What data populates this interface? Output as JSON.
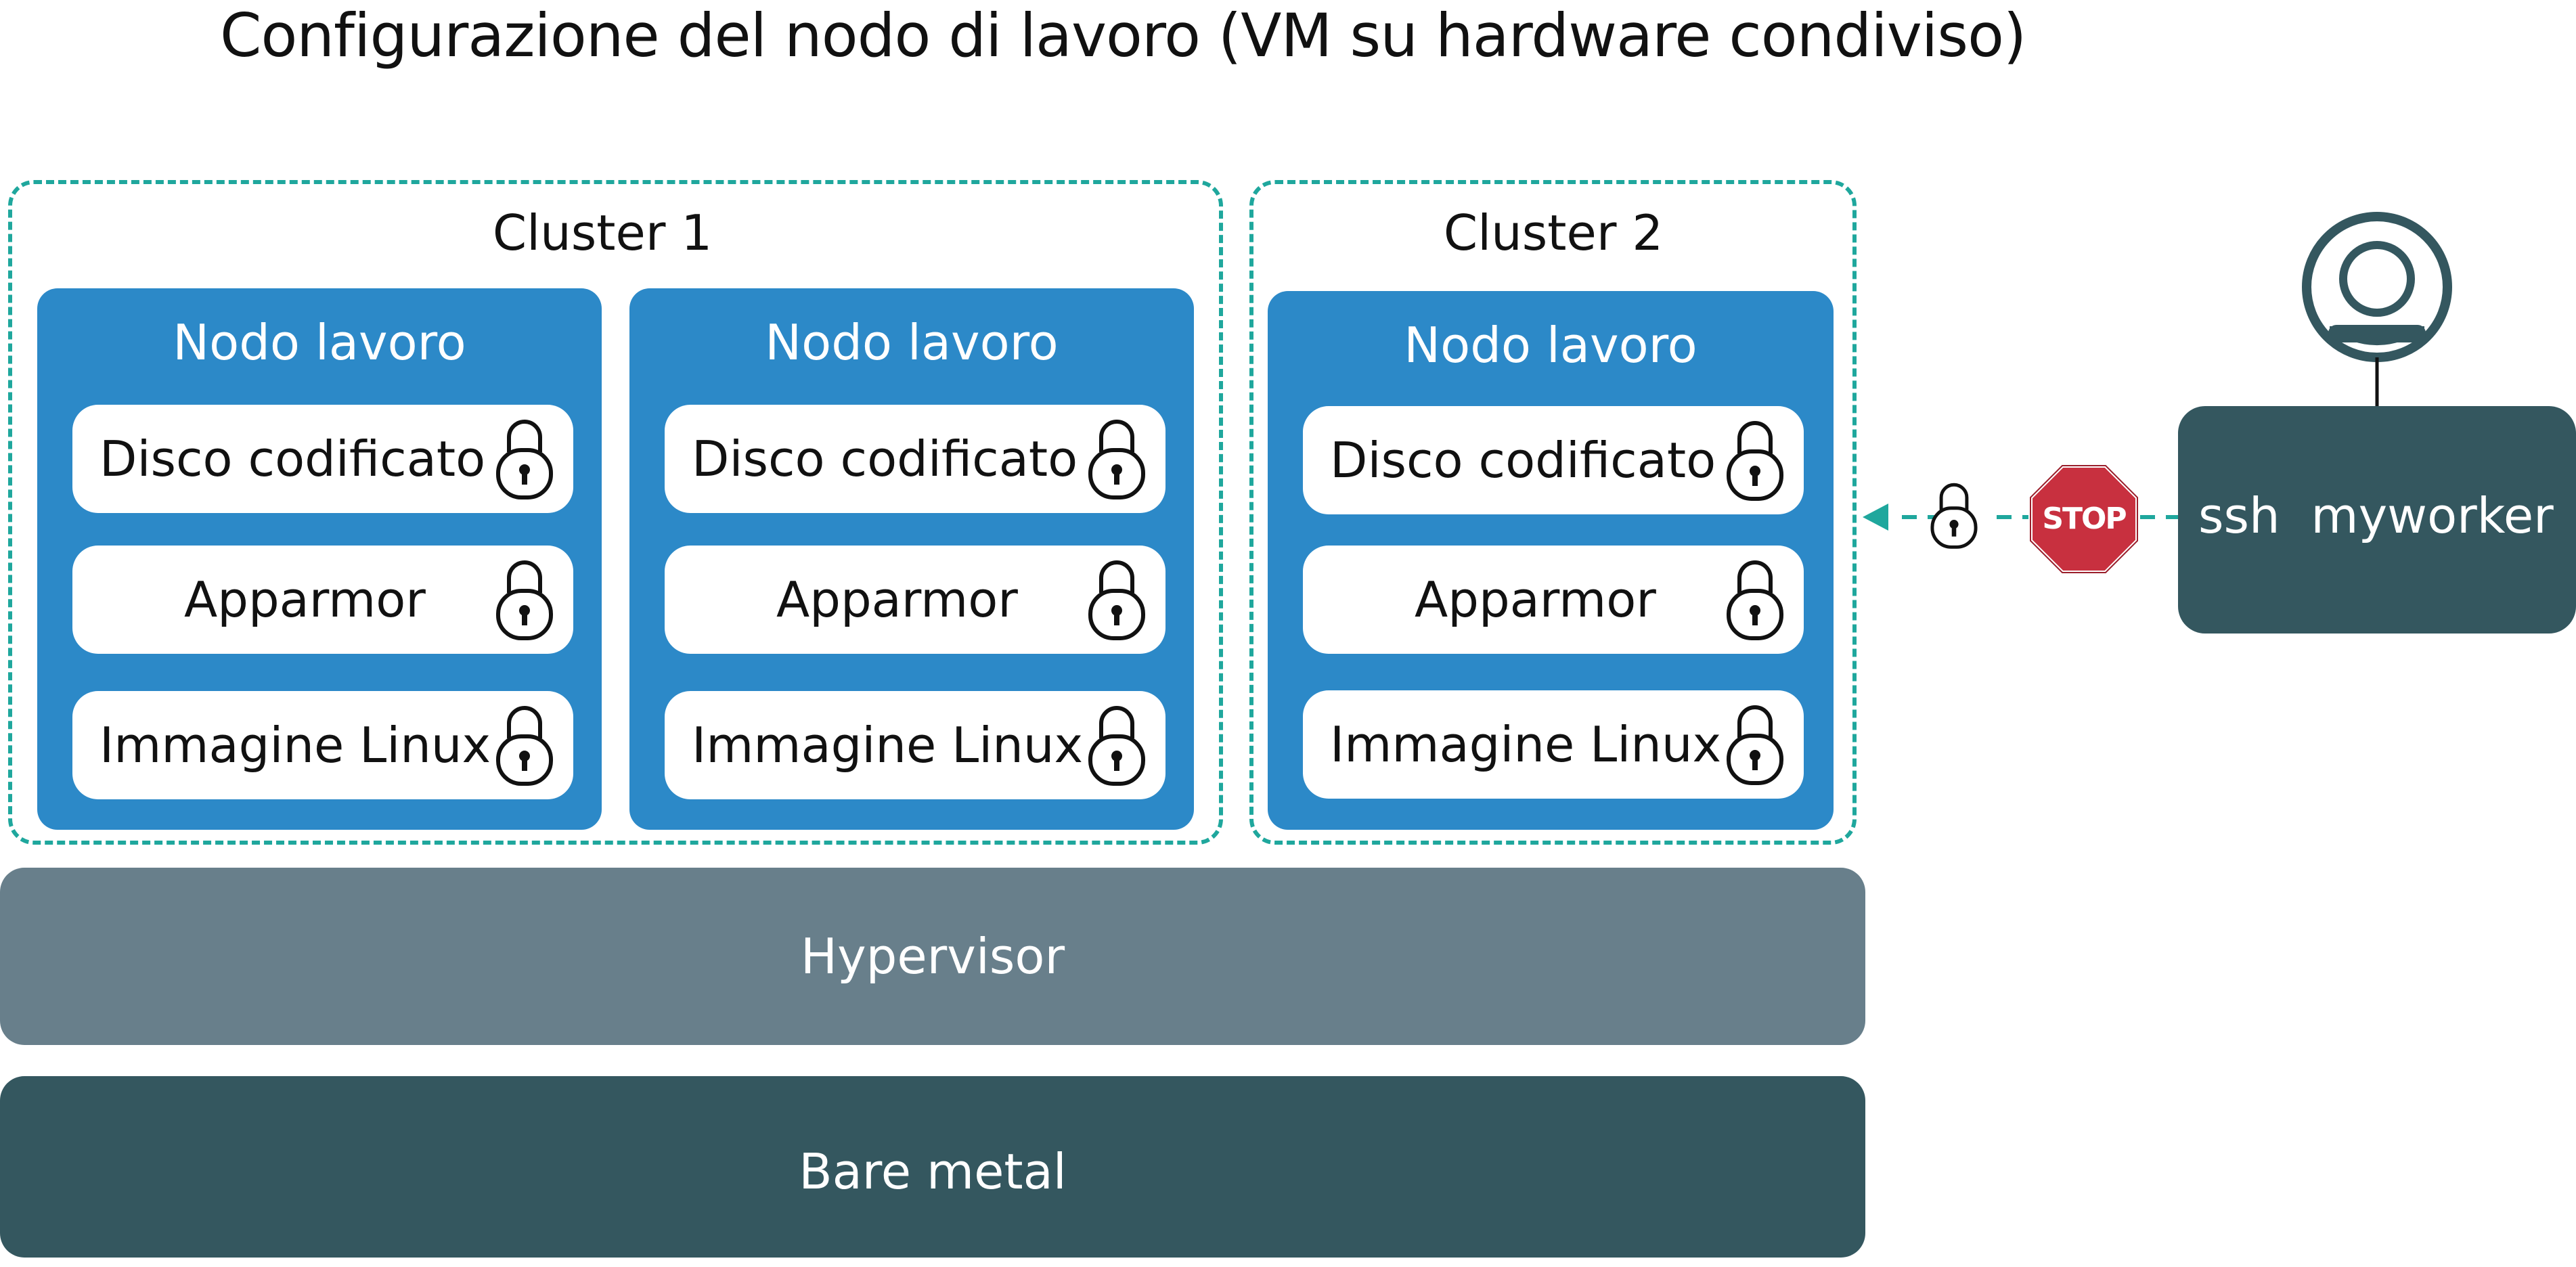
{
  "title": "Configurazione del nodo di lavoro (VM su hardware condiviso)",
  "clusters": [
    {
      "label": "Cluster 1",
      "nodes": [
        {
          "title": "Nodo lavoro",
          "items": [
            "Disco codificato",
            "Apparmor",
            "Immagine Linux"
          ]
        },
        {
          "title": "Nodo lavoro",
          "items": [
            "Disco codificato",
            "Apparmor",
            "Immagine Linux"
          ]
        }
      ]
    },
    {
      "label": "Cluster 2",
      "nodes": [
        {
          "title": "Nodo lavoro",
          "items": [
            "Disco codificato",
            "Apparmor",
            "Immagine Linux"
          ]
        }
      ]
    }
  ],
  "hypervisor": {
    "label": "Hypervisor"
  },
  "bare_metal": {
    "label": "Bare metal"
  },
  "ssh": {
    "command": "ssh  myworker"
  },
  "stop_sign": {
    "label": "STOP"
  },
  "icons": [
    "lock-icon",
    "user-icon",
    "stop-sign-icon",
    "arrow-left-icon"
  ],
  "colors": {
    "dashed_border": "#1fa79d",
    "node_blue": "#2c89c8",
    "hypervisor": "#687f8b",
    "bare_metal": "#34575f",
    "stop_red": "#c8303f"
  }
}
